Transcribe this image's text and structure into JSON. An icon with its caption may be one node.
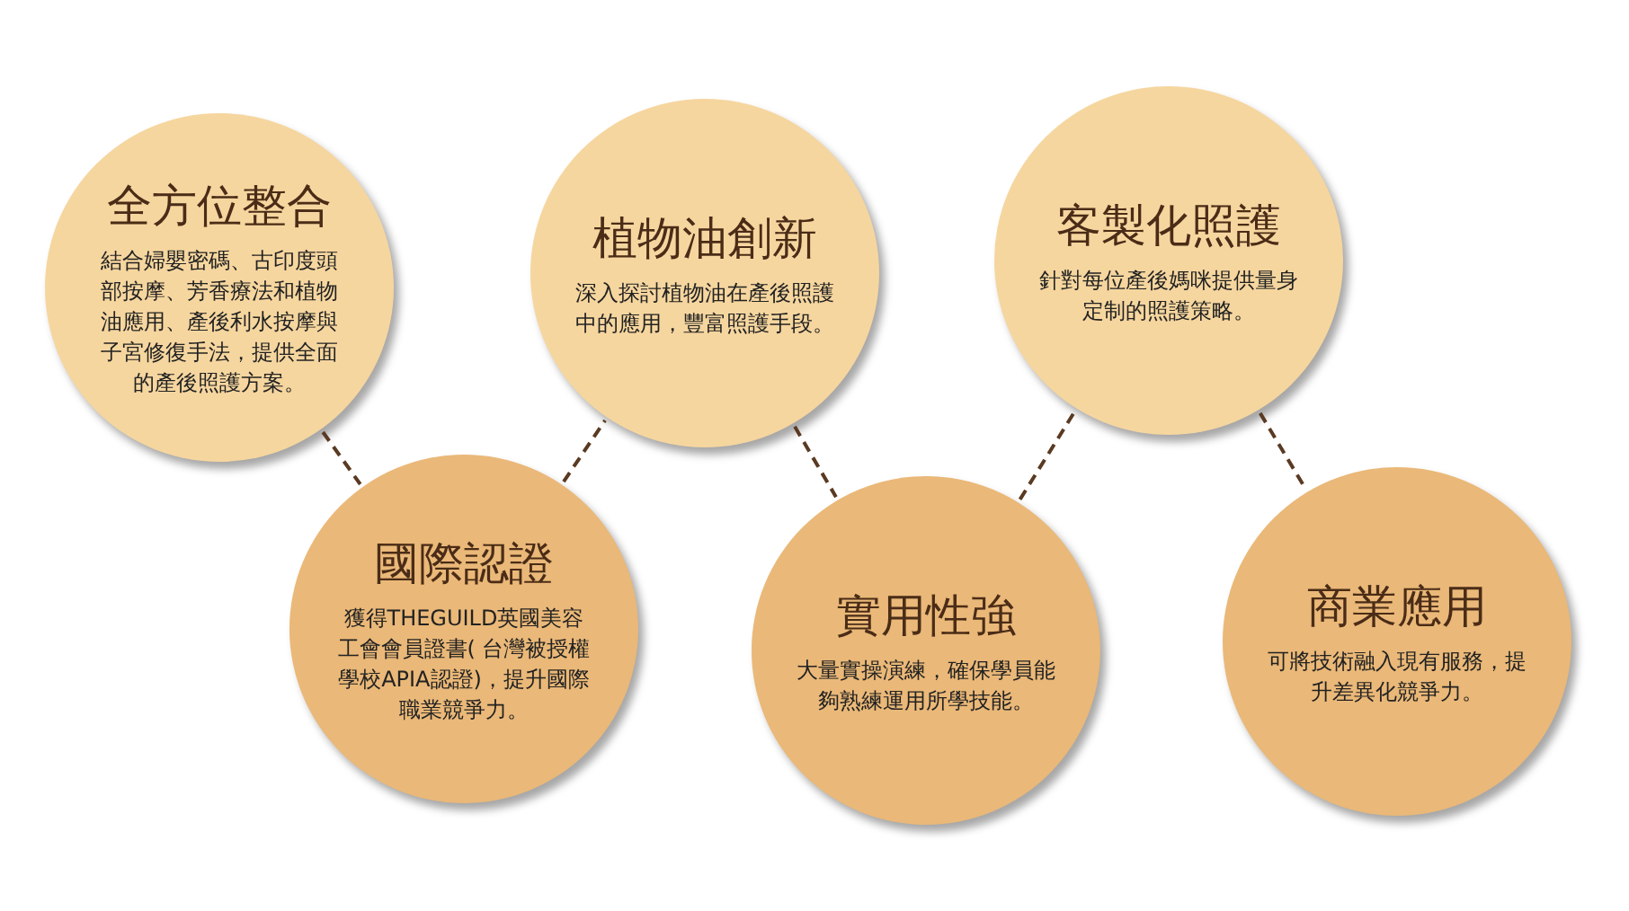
{
  "diagram": {
    "nodes": [
      {
        "text": [
          "全方位整合",
          "結合婦嬰密碼、古印度頭部按摩、芳香療法和植物油應用、產後利水按摩與子宮修復手法，提供全面的產後照護方案。"
        ]
      },
      {
        "text": [
          "植物油創新",
          "深入探討植物油在產後照護中的應用，豐富照護手段。"
        ]
      },
      {
        "text": [
          "客製化照護",
          "針對每位產後媽咪提供量身定制的照護策略。"
        ]
      },
      {
        "text": [
          "國際認證",
          "獲得THEGUILD英國美容工會會員證書( 台灣被授權學校APIA認證)，提升國際職業競爭力。"
        ]
      },
      {
        "text": [
          "實用性強",
          "大量實操演練，確保學員能夠熟練運用所學技能。"
        ]
      },
      {
        "text": [
          "商業應用",
          "可將技術融入現有服務，提升差異化競爭力。"
        ]
      }
    ],
    "edges": [
      {
        "from": 0,
        "to": 3,
        "arrow": "none",
        "style": "dashed"
      },
      {
        "from": 3,
        "to": 1,
        "arrow": "none",
        "style": "dashed"
      },
      {
        "from": 1,
        "to": 4,
        "arrow": "none",
        "style": "dashed"
      },
      {
        "from": 4,
        "to": 2,
        "arrow": "none",
        "style": "dashed"
      },
      {
        "from": 2,
        "to": 5,
        "arrow": "none",
        "style": "dashed"
      }
    ]
  }
}
